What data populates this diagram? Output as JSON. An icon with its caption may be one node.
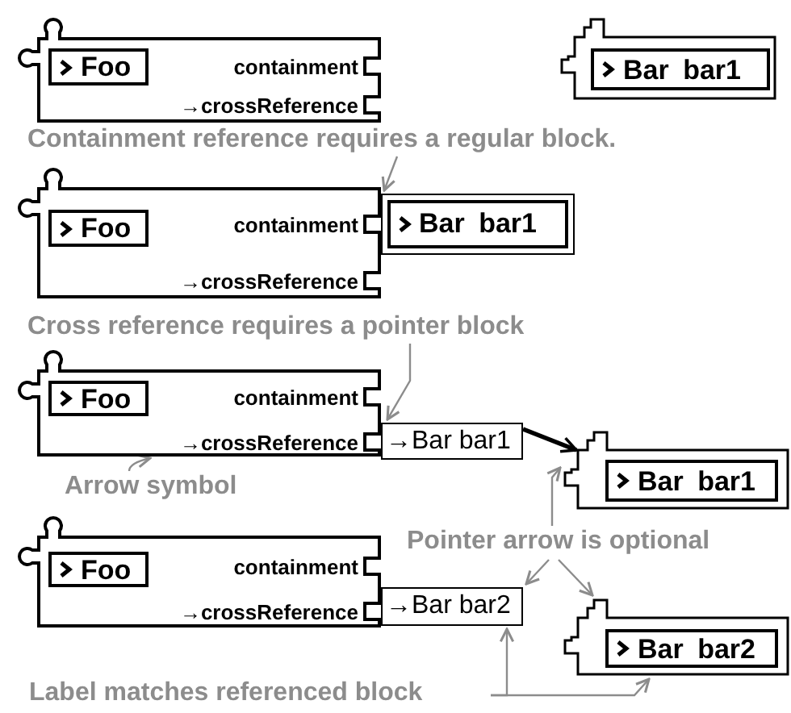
{
  "diagram": {
    "nodes": [
      {
        "text": [
          "containment",
          "→crossReference"
        ]
      },
      {
        "text": [
          "Foo"
        ],
        "in": 0
      },
      {
        "text": [],
        "shape": "box"
      },
      {
        "text": [
          "Bar bar1"
        ],
        "in": 2
      },
      {
        "text": [
          "Containment reference requires a regular block."
        ]
      },
      {
        "text": [
          "containment",
          "→crossReference"
        ]
      },
      {
        "text": [
          "Foo"
        ],
        "in": 5
      },
      {
        "text": [],
        "shape": "box"
      },
      {
        "text": [
          "Bar bar1"
        ],
        "in": 7
      },
      {
        "text": [
          "Cross reference requires a pointer block"
        ]
      },
      {
        "text": [
          "containment",
          "→crossReference"
        ]
      },
      {
        "text": [
          "Foo"
        ],
        "in": 10
      },
      {
        "text": [
          "→Bar bar1"
        ]
      },
      {
        "text": [],
        "shape": "box"
      },
      {
        "text": [
          "Bar bar1"
        ],
        "in": 13
      },
      {
        "text": [
          "Arrow symbol"
        ]
      },
      {
        "text": [
          "Pointer arrow is optional"
        ]
      },
      {
        "text": [
          "containment",
          "→crossReference"
        ]
      },
      {
        "text": [
          "Foo"
        ],
        "in": 17
      },
      {
        "text": [
          "→Bar bar2"
        ]
      },
      {
        "text": [],
        "shape": "box"
      },
      {
        "text": [
          "Bar bar2"
        ],
        "in": 20
      },
      {
        "text": [
          "Label matches referenced block"
        ]
      }
    ],
    "edges": [
      {
        "from": 4,
        "to": 7,
        "arrow": "to"
      },
      {
        "from": 9,
        "to": 12,
        "arrow": "to"
      },
      {
        "from": 12,
        "to": 13,
        "arrow": "to",
        "style": "thick",
        "color": "#000000"
      },
      {
        "from": 15,
        "to": 10,
        "arrow": "to"
      },
      {
        "from": 16,
        "to": 13,
        "arrow": "to"
      },
      {
        "from": 16,
        "to": 19,
        "arrow": "to"
      },
      {
        "from": 16,
        "to": 20,
        "arrow": "to"
      },
      {
        "from": 22,
        "to": 19,
        "arrow": "to"
      },
      {
        "from": 22,
        "to": 20,
        "arrow": "to"
      }
    ]
  }
}
